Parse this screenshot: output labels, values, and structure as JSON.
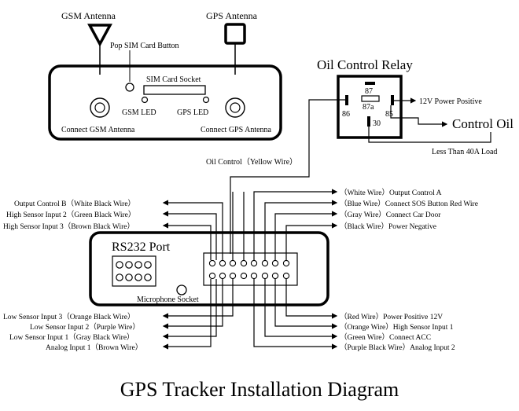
{
  "title": "GPS Tracker Installation Diagram",
  "top_unit": {
    "gsm_antenna": "GSM Antenna",
    "gps_antenna": "GPS Antenna",
    "pop_sim": "Pop SIM Card Button",
    "sim_socket": "SIM Card Socket",
    "gsm_led": "GSM LED",
    "gps_led": "GPS LED",
    "connect_gsm": "Connect GSM Antenna",
    "connect_gps": "Connect GPS Antenna"
  },
  "relay": {
    "title": "Oil Control Relay",
    "pin_87": "87",
    "pin_87a": "87a",
    "pin_86": "86",
    "pin_85": "85",
    "pin_30": "30",
    "power": "12V Power Positive",
    "control": "Control Oil",
    "load": "Less Than 40A Load",
    "oil_wire": "Oil Control（Yellow Wire）"
  },
  "main_unit": {
    "rs232": "RS232 Port",
    "mic": "Microphone Socket"
  },
  "wires": {
    "left_top": [
      "Output Control B（White Black Wire）",
      "High Sensor Input 2（Green Black Wire）",
      "High Sensor Input 3（Brown Black Wire）"
    ],
    "right_top": [
      "（White Wire）Output Control A",
      "（Blue Wire）Connect SOS Button Red Wire",
      "（Gray Wire）Connect Car Door",
      "（Black Wire）Power Negative"
    ],
    "left_bottom": [
      "Low Sensor Input 3（Orange Black Wire）",
      "Low Sensor Input 2（Purple Wire）",
      "Low Sensor Input 1（Gray Black Wire）",
      "Analog Input 1（Brown Wire）"
    ],
    "right_bottom": [
      "（Red Wire）Power Positive 12V",
      "（Orange Wire）High Sensor Input 1",
      "（Green Wire）Connect ACC",
      "（Purple Black Wire）Analog Input 2"
    ]
  }
}
